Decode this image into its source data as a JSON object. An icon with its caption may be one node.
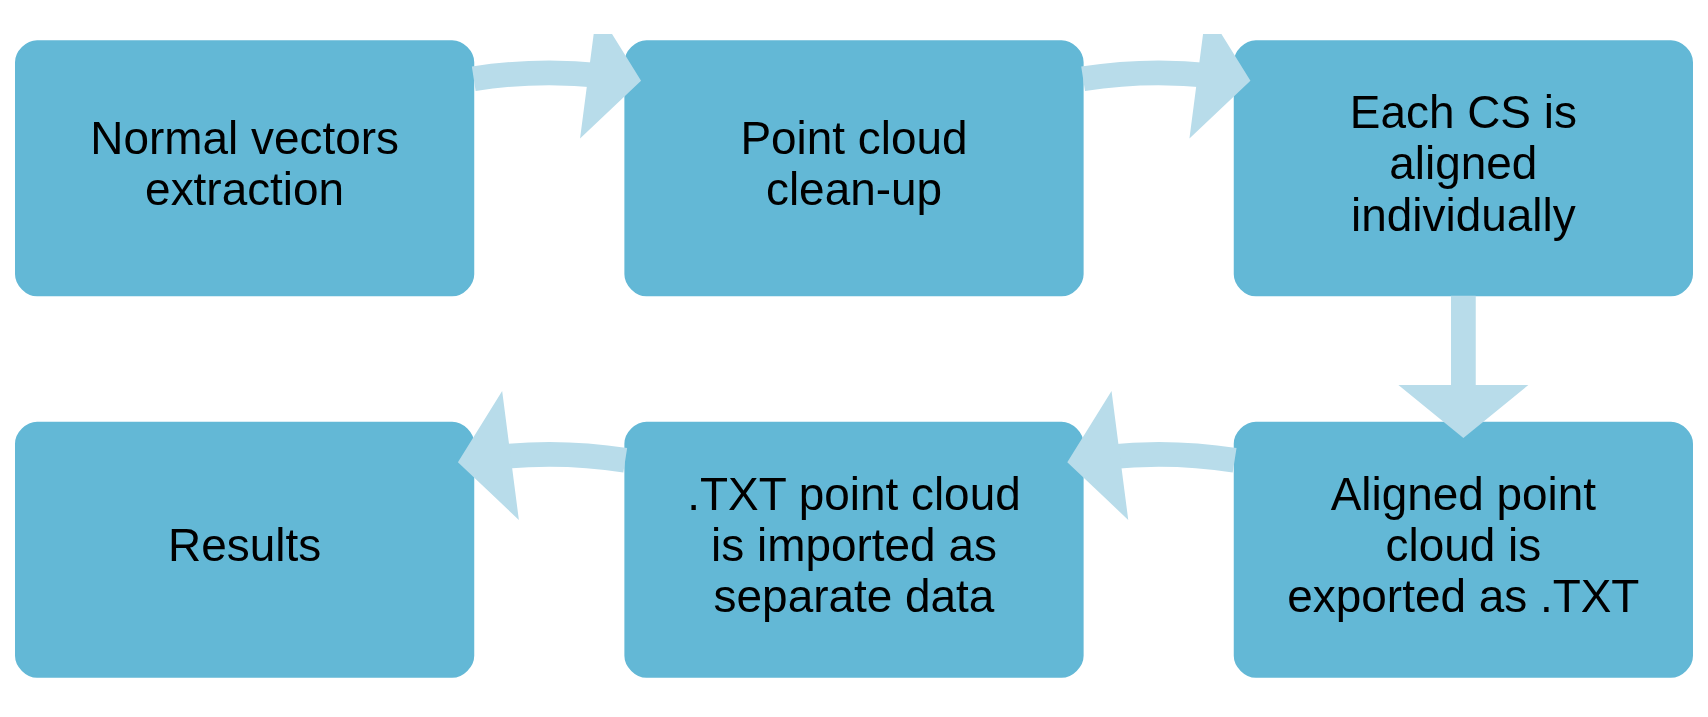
{
  "diagram": {
    "nodes": [
      {
        "text": [
          "Normal vectors extraction"
        ]
      },
      {
        "text": [
          "Point cloud clean-up"
        ]
      },
      {
        "text": [
          "Each CS is aligned individually"
        ]
      },
      {
        "text": [
          "Aligned point cloud is exported as .TXT"
        ]
      },
      {
        "text": [
          ".TXT point cloud is imported as separate data"
        ]
      },
      {
        "text": [
          "Results"
        ]
      }
    ],
    "edges": [
      {
        "from": 0,
        "to": 1,
        "arrow": "to"
      },
      {
        "from": 1,
        "to": 2,
        "arrow": "to"
      },
      {
        "from": 2,
        "to": 3,
        "arrow": "to"
      },
      {
        "from": 3,
        "to": 4,
        "arrow": "to"
      },
      {
        "from": 4,
        "to": 5,
        "arrow": "to"
      }
    ]
  }
}
